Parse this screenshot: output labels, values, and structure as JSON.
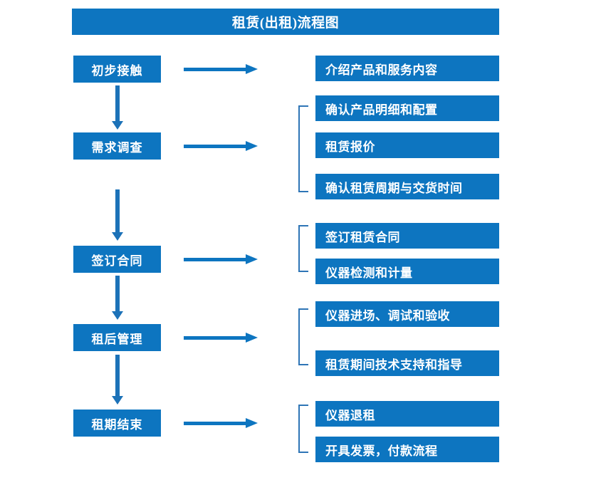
{
  "header": {
    "title": "租赁(出租)流程图",
    "accent_color": "#0D75C0"
  },
  "colors": {
    "box_fill": "#0D75C0",
    "box_text": "#ffffff",
    "arrow": "#1C72B8",
    "bracket": "#2E75B6",
    "background": "#ffffff"
  },
  "stages": [
    {
      "id": "stage-1",
      "label": "初步接触"
    },
    {
      "id": "stage-2",
      "label": "需求调查"
    },
    {
      "id": "stage-3",
      "label": "签订合同"
    },
    {
      "id": "stage-4",
      "label": "租后管理"
    },
    {
      "id": "stage-5",
      "label": "租期结束"
    }
  ],
  "details": [
    {
      "id": "detail-1",
      "label": "介绍产品和服务内容"
    },
    {
      "id": "detail-2",
      "label": "确认产品明细和配置"
    },
    {
      "id": "detail-3",
      "label": "租赁报价"
    },
    {
      "id": "detail-4",
      "label": "确认租赁周期与交货时间"
    },
    {
      "id": "detail-5",
      "label": "签订租赁合同"
    },
    {
      "id": "detail-6",
      "label": "仪器检测和计量"
    },
    {
      "id": "detail-7",
      "label": "仪器进场、调试和验收"
    },
    {
      "id": "detail-8",
      "label": "租赁期间技术支持和指导"
    },
    {
      "id": "detail-9",
      "label": "仪器退租"
    },
    {
      "id": "detail-10",
      "label": "开具发票，付款流程"
    }
  ],
  "flow": {
    "stage_to_details": [
      {
        "stage": "初步接触",
        "details": [
          "介绍产品和服务内容"
        ]
      },
      {
        "stage": "需求调查",
        "details": [
          "确认产品明细和配置",
          "租赁报价",
          "确认租赁周期与交货时间"
        ]
      },
      {
        "stage": "签订合同",
        "details": [
          "签订租赁合同",
          "仪器检测和计量"
        ]
      },
      {
        "stage": "租后管理",
        "details": [
          "仪器进场、调试和验收",
          "租赁期间技术支持和指导"
        ]
      },
      {
        "stage": "租期结束",
        "details": [
          "仪器退租",
          "开具发票，付款流程"
        ]
      }
    ]
  }
}
